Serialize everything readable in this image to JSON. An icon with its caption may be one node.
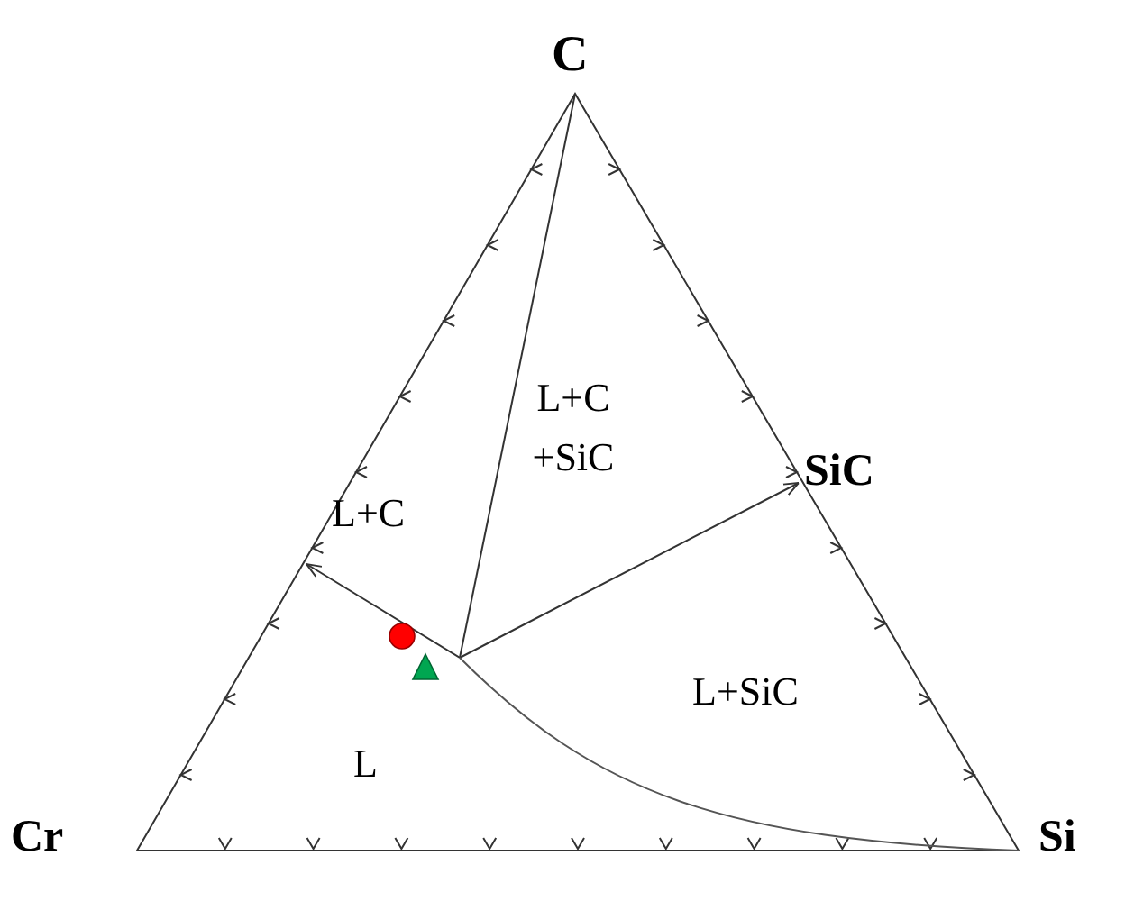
{
  "diagram": {
    "labels": [
      "C",
      "SiC",
      "L+C +SiC",
      "L+C",
      "L+SiC",
      "Cr",
      "L",
      "Si"
    ]
  }
}
